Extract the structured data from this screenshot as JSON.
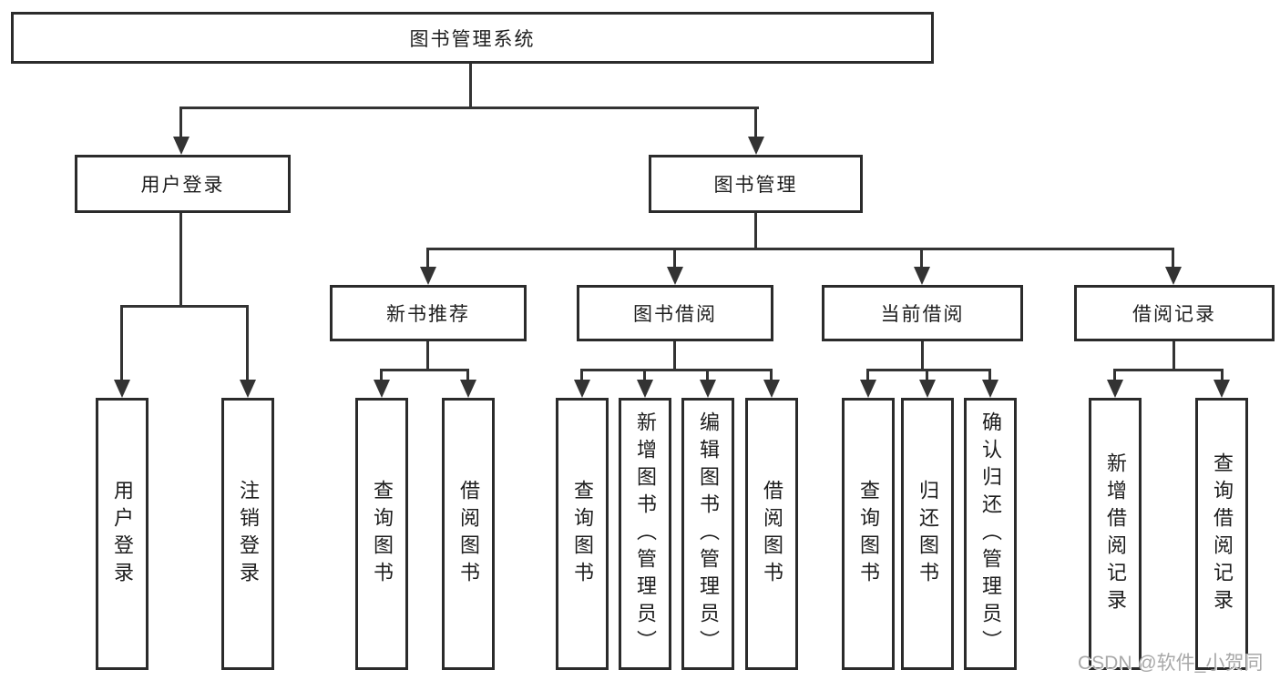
{
  "tree": {
    "root": "图书管理系统",
    "branches": [
      {
        "label": "用户登录",
        "leaves": [
          "用户登录",
          "注销登录"
        ]
      },
      {
        "label": "图书管理",
        "sections": [
          {
            "label": "新书推荐",
            "leaves": [
              "查询图书",
              "借阅图书"
            ]
          },
          {
            "label": "图书借阅",
            "leaves": [
              "查询图书",
              "新增图书（管理员）",
              "编辑图书（管理员）",
              "借阅图书"
            ]
          },
          {
            "label": "当前借阅",
            "leaves": [
              "查询图书",
              "归还图书",
              "确认归还（管理员）"
            ]
          },
          {
            "label": "借阅记录",
            "leaves": [
              "新增借阅记录",
              "查询借阅记录"
            ]
          }
        ]
      }
    ]
  },
  "watermark": "CSDN @软件_小贺同学",
  "colors": {
    "line": "#333333",
    "box_border": "#2b2b2b",
    "text": "#1d1d1d",
    "watermark": "#a8a8a8",
    "background": "#ffffff"
  }
}
